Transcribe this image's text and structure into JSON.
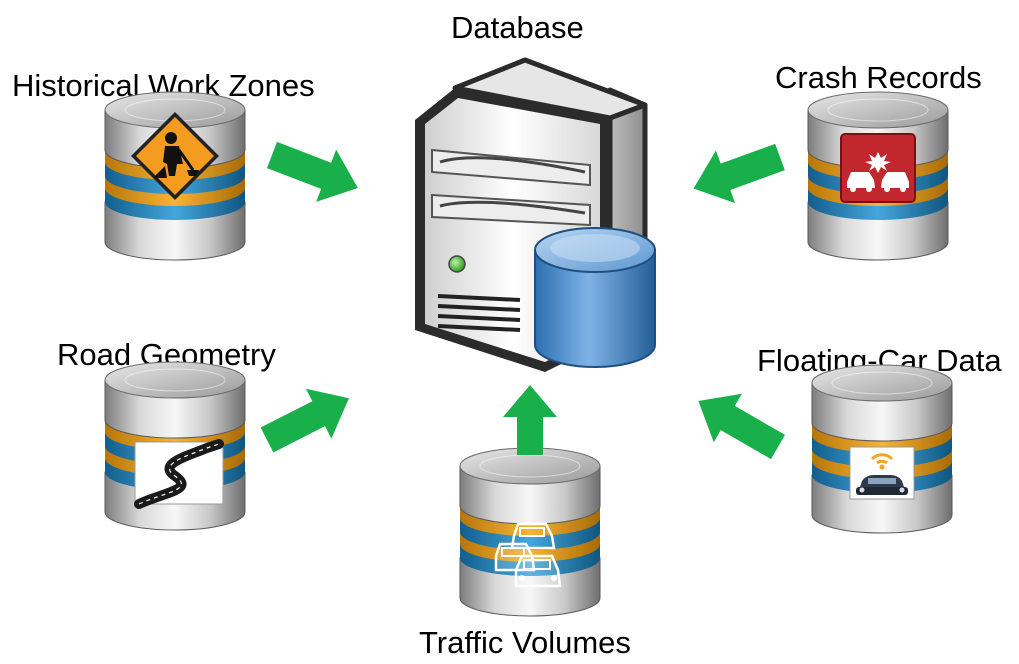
{
  "labels": {
    "database": "Database",
    "historical_work_zones": "Historical Work Zones",
    "crash_records": "Crash Records",
    "road_geometry": "Road Geometry",
    "floating_car_data": "Floating-Car Data",
    "traffic_volumes": "Traffic Volumes"
  },
  "colors": {
    "arrow": "#19b04b",
    "db_gold": "#f0a621",
    "db_blue": "#2f8fc4",
    "server_cylinder": "#4a8fd0",
    "sign_orange": "#f39c1f",
    "crash_red": "#c1272d"
  },
  "icons": {
    "hub": "server-icon",
    "historical_work_zones": "work-zone-sign-icon",
    "crash_records": "car-crash-icon",
    "road_geometry": "winding-road-icon",
    "floating_car_data": "connected-car-icon",
    "traffic_volumes": "traffic-cars-icon"
  }
}
